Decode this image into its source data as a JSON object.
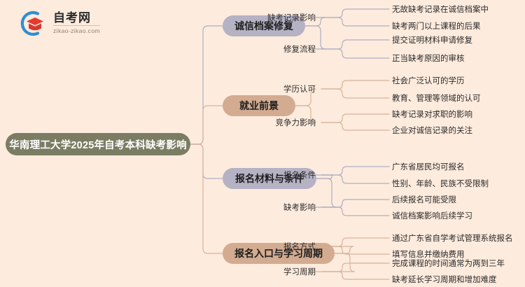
{
  "logo": {
    "cn_text": "自考网",
    "en_text": "zikao-zikao.com",
    "mark_icon": "graduation-cap-icon",
    "arc_color": "#2f8fd0",
    "cap_color": "#e8392f"
  },
  "theme": {
    "background": "#fdebdd",
    "root_fill": "#7b7d63",
    "root_text": "#ffffff",
    "branch_purple": "#b5b2c4",
    "branch_tan": "#d3ab91",
    "link_purple": "#b0aec4",
    "link_tan": "#d7b49c",
    "leaf_text": "#2b2b2b"
  },
  "mindmap": {
    "root": {
      "label": "华南理工大学2025年自考本科缺考影响"
    },
    "branches": [
      {
        "label": "诚信档案修复",
        "color": "purple",
        "subs": [
          {
            "label": "缺考记录影响",
            "leaves": [
              "无故缺考记录在诚信档案中",
              "缺考两门以上课程的后果"
            ]
          },
          {
            "label": "修复流程",
            "leaves": [
              "提交证明材料申请修复",
              "正当缺考原因的审核"
            ]
          }
        ]
      },
      {
        "label": "就业前景",
        "color": "tan",
        "subs": [
          {
            "label": "学历认可",
            "leaves": [
              "社会广泛认可的学历",
              "教育、管理等领域的认可"
            ]
          },
          {
            "label": "竞争力影响",
            "leaves": [
              "缺考记录对求职的影响",
              "企业对诚信记录的关注"
            ]
          }
        ]
      },
      {
        "label": "报名材料与条件",
        "color": "purple",
        "subs": [
          {
            "label": "报名条件",
            "leaves": [
              "广东省居民均可报名",
              "性别、年龄、民族不受限制"
            ]
          },
          {
            "label": "缺考影响",
            "leaves": [
              "后续报名可能受限",
              "诚信档案影响后续学习"
            ]
          }
        ]
      },
      {
        "label": "报名入口与学习周期",
        "color": "tan",
        "subs": [
          {
            "label": "报名方式",
            "leaves": [
              "通过广东省自学考试管理系统报名",
              "填写信息并缴纳费用"
            ]
          },
          {
            "label": "学习周期",
            "leaves": [
              "完成课程的时间通常为两到三年",
              "缺考延长学习周期和增加难度"
            ]
          }
        ]
      }
    ]
  }
}
